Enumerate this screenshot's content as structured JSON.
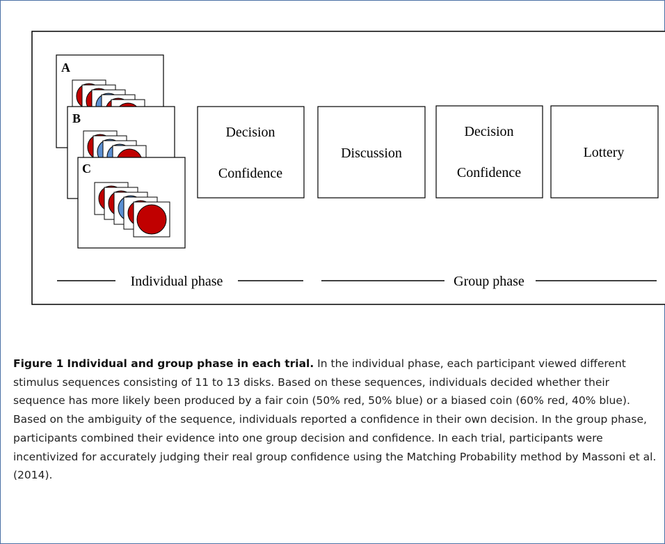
{
  "figure": {
    "panels": [
      {
        "letter": "A"
      },
      {
        "letter": "B"
      },
      {
        "letter": "C"
      }
    ],
    "boxes": [
      {
        "line1": "Decision",
        "line2": "Confidence"
      },
      {
        "line1": "Discussion"
      },
      {
        "line1": "Decision",
        "line2": "Confidence"
      },
      {
        "line1": "Lottery"
      }
    ],
    "phases": {
      "individual": "Individual phase",
      "group": "Group phase"
    },
    "colors": {
      "red_disk": "#c00000",
      "blue_disk": "#5b8fd2",
      "frame_border": "#4a6fa5"
    }
  },
  "caption": {
    "label": "Figure 1",
    "title": "Individual and group phase in each trial.",
    "body": "In the individual phase, each participant viewed different stimulus sequences consisting of 11 to 13 disks. Based on these sequences, individuals decided whether their sequence has more likely been produced by a fair coin (50% red, 50% blue) or a biased coin (60% red, 40% blue). Based on the ambiguity of the sequence, individuals reported a confidence in their own decision. In the group phase, participants combined their evidence into one group decision and confidence. In each trial, participants were incentivized for accurately judging their real group confidence using the Matching Probability method by Massoni et al. (2014)."
  }
}
